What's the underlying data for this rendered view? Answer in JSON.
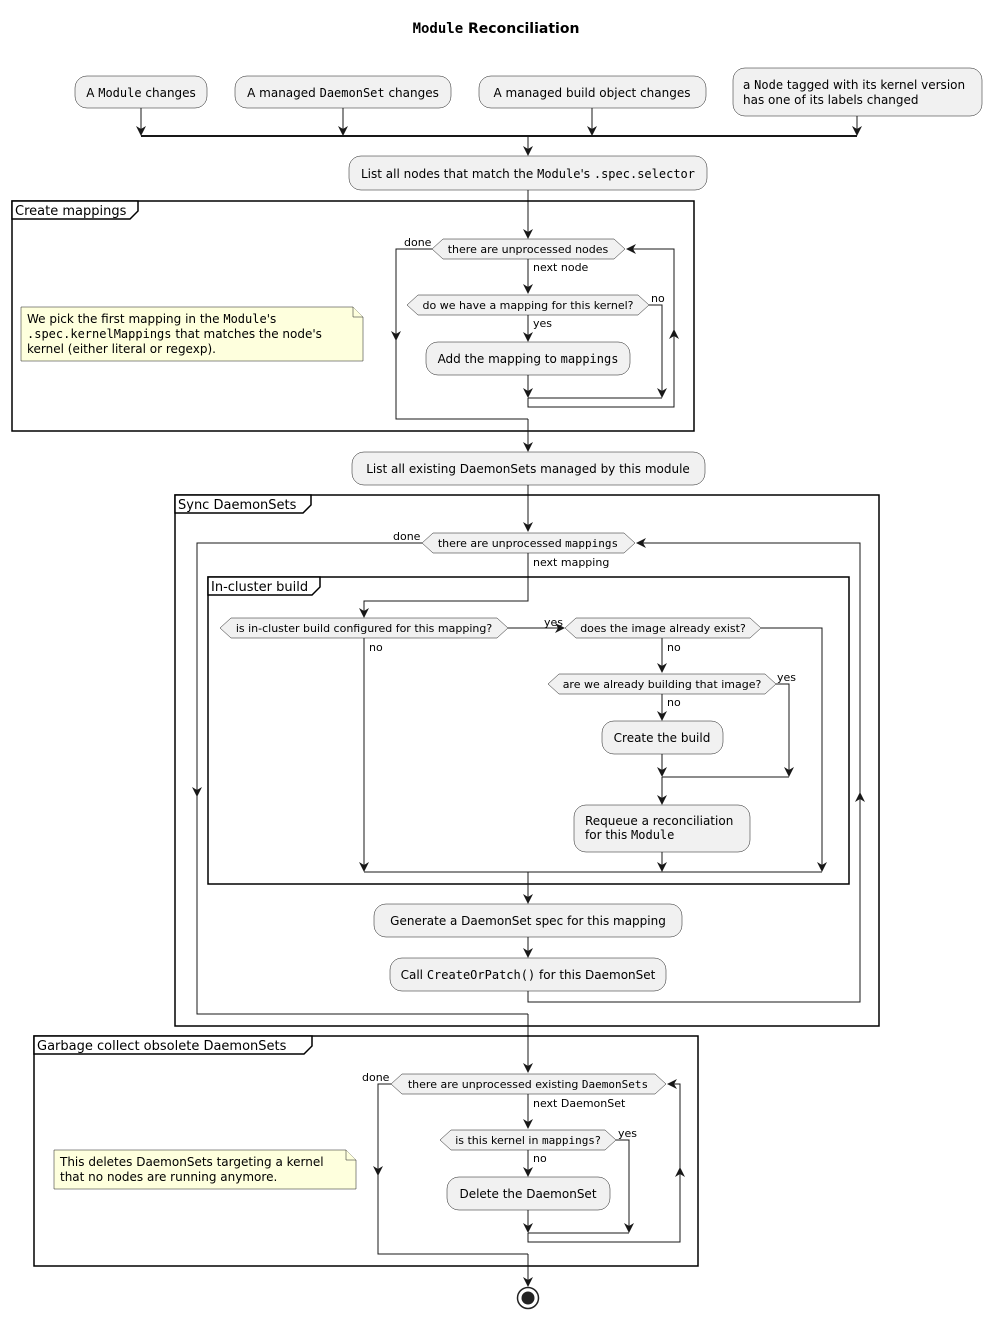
{
  "title": {
    "code": "Module",
    "text": " Reconciliation"
  },
  "triggers": {
    "t1": {
      "a": "A ",
      "code": "Module",
      "b": " changes"
    },
    "t2": {
      "a": "A managed ",
      "code": "DaemonSet",
      "b": " changes"
    },
    "t3": "A managed build object changes",
    "t4": {
      "line1a": "a ",
      "line1code": "Node",
      "line1b": " tagged with its kernel version",
      "line2": "has one of its labels changed"
    }
  },
  "list_nodes": {
    "a": "List all nodes that match the ",
    "code1": "Module",
    "b": "'s ",
    "code2": ".spec.selector"
  },
  "create_mappings": {
    "group_title": "Create mappings",
    "loop_condition": "there are unprocessed nodes",
    "loop_next": "next node",
    "loop_done": "done",
    "decision": "do we have a mapping for this kernel?",
    "decision_yes": "yes",
    "decision_no": "no",
    "action": {
      "a": "Add the mapping to ",
      "code": "mappings"
    },
    "note": {
      "line1a": "We pick the first mapping in the ",
      "line1code": "Module",
      "line1b": "'s",
      "line2code": ".spec.kernelMappings",
      "line2b": " that matches the node's",
      "line3": "kernel (either literal or regexp)."
    }
  },
  "list_daemonsets": "List all existing DaemonSets managed by this module",
  "sync_daemonsets": {
    "group_title": "Sync DaemonSets",
    "loop_condition": {
      "a": "there are unprocessed ",
      "code": "mappings"
    },
    "loop_next": "next mapping",
    "loop_done": "done",
    "in_cluster": {
      "group_title": "In-cluster build",
      "decision_configured": "is in-cluster build configured for this mapping?",
      "configured_yes": "yes",
      "configured_no": "no",
      "decision_image": "does the image already exist?",
      "image_no": "no",
      "decision_building": "are we already building that image?",
      "building_yes": "yes",
      "building_no": "no",
      "create_build": "Create the build",
      "requeue": {
        "line1": "Requeue a reconciliation",
        "line2a": "for this ",
        "line2code": "Module"
      }
    },
    "generate_spec": "Generate a DaemonSet spec for this mapping",
    "call_patch": {
      "a": "Call ",
      "code": "CreateOrPatch()",
      "b": " for this DaemonSet"
    }
  },
  "garbage": {
    "group_title": "Garbage collect obsolete DaemonSets",
    "loop_condition": {
      "a": "there are unprocessed existing ",
      "code": "DaemonSets"
    },
    "loop_next": "next DaemonSet",
    "loop_done": "done",
    "decision": {
      "a": "is this kernel in ",
      "code": "mappings",
      "b": "?"
    },
    "decision_yes": "yes",
    "decision_no": "no",
    "action": "Delete the DaemonSet",
    "note": {
      "line1": "This deletes DaemonSets targeting a kernel",
      "line2": "that no nodes are running anymore."
    }
  },
  "colors": {
    "activity_fill": "#F1F1F1",
    "note_fill": "#FEFFDD",
    "stroke": "#181818"
  }
}
